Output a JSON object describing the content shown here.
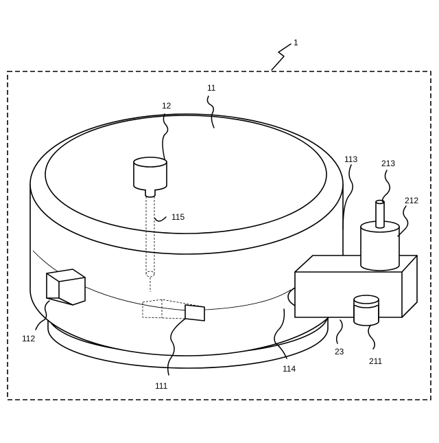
{
  "figure": {
    "labels": {
      "system": "1",
      "housing": "11",
      "unit_12": "12",
      "shaft_115": "115",
      "part_113": "113",
      "part_213": "213",
      "part_212": "212",
      "port_112": "112",
      "window_111": "111",
      "part_114": "114",
      "box_23": "23",
      "part_211": "211"
    }
  }
}
